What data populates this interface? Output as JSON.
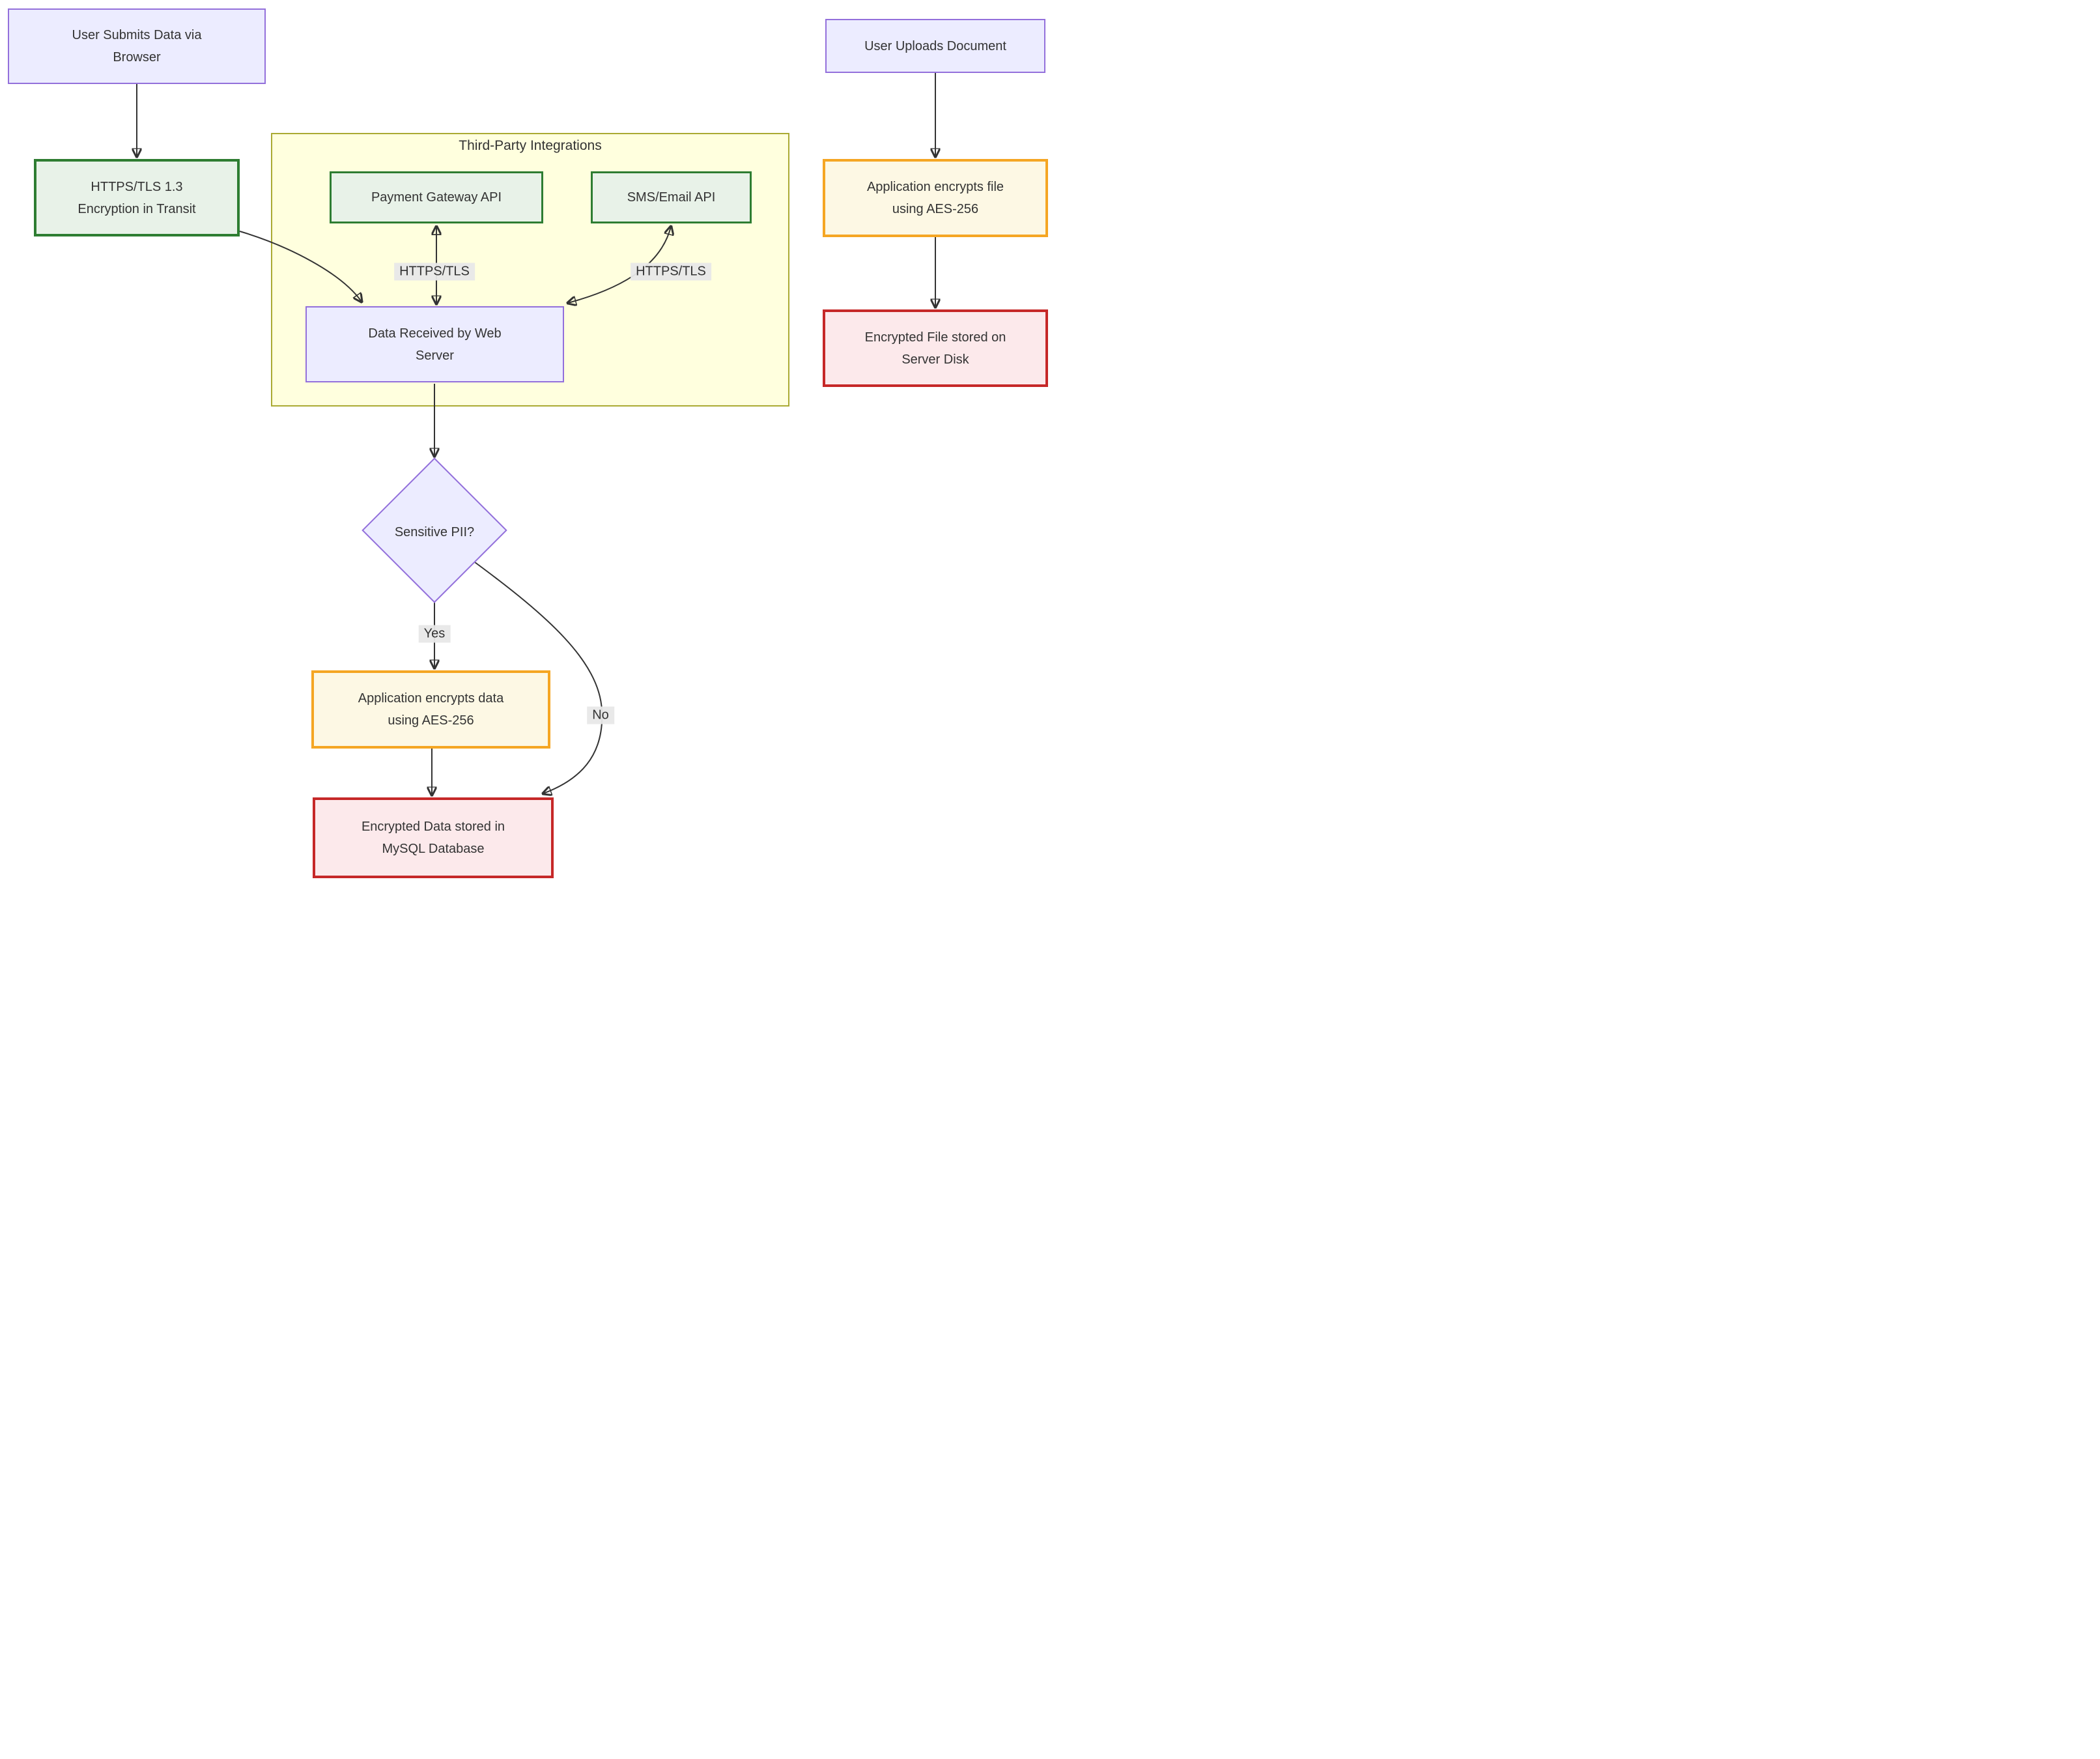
{
  "diagram": {
    "type": "flowchart",
    "subgraph": {
      "title": "Third-Party Integrations"
    },
    "nodes": {
      "user_submits": {
        "label": "User Submits Data via\nBrowser",
        "style": "lavender"
      },
      "https_tls": {
        "label": "HTTPS/TLS 1.3\nEncryption in Transit",
        "style": "green"
      },
      "payment_api": {
        "label": "Payment Gateway API",
        "style": "green"
      },
      "sms_email_api": {
        "label": "SMS/Email API",
        "style": "green"
      },
      "data_received": {
        "label": "Data Received by Web\nServer",
        "style": "lavender"
      },
      "sensitive_pii": {
        "label": "Sensitive PII?",
        "style": "lavender-diamond"
      },
      "app_encrypts_data": {
        "label": "Application encrypts data\nusing AES-256",
        "style": "orange"
      },
      "mysql_storage": {
        "label": "Encrypted Data stored in\nMySQL Database",
        "style": "red"
      },
      "user_uploads": {
        "label": "User Uploads Document",
        "style": "lavender"
      },
      "app_encrypts_file": {
        "label": "Application encrypts file\nusing AES-256",
        "style": "orange"
      },
      "file_storage": {
        "label": "Encrypted File stored on\nServer Disk",
        "style": "red"
      }
    },
    "edge_labels": {
      "payment_link": "HTTPS/TLS",
      "sms_link": "HTTPS/TLS",
      "yes_branch": "Yes",
      "no_branch": "No"
    },
    "edges": [
      {
        "from": "user_submits",
        "to": "https_tls",
        "label": ""
      },
      {
        "from": "https_tls",
        "to": "data_received",
        "label": ""
      },
      {
        "from": "payment_api",
        "to": "data_received",
        "label": "HTTPS/TLS",
        "bidirectional": true
      },
      {
        "from": "sms_email_api",
        "to": "data_received",
        "label": "HTTPS/TLS",
        "bidirectional": true
      },
      {
        "from": "data_received",
        "to": "sensitive_pii",
        "label": ""
      },
      {
        "from": "sensitive_pii",
        "to": "app_encrypts_data",
        "label": "Yes"
      },
      {
        "from": "sensitive_pii",
        "to": "mysql_storage",
        "label": "No"
      },
      {
        "from": "app_encrypts_data",
        "to": "mysql_storage",
        "label": ""
      },
      {
        "from": "user_uploads",
        "to": "app_encrypts_file",
        "label": ""
      },
      {
        "from": "app_encrypts_file",
        "to": "file_storage",
        "label": ""
      }
    ],
    "colors": {
      "lavender_fill": "#ececff",
      "lavender_border": "#9370db",
      "green_fill": "#e8f2e8",
      "green_border": "#2e7d32",
      "subgraph_fill": "#ffffde",
      "subgraph_border": "#aaaa33",
      "orange_fill": "#fdf8e4",
      "orange_border": "#f5a623",
      "red_fill": "#fce9eb",
      "red_border": "#c62828",
      "edge_stroke": "#333333",
      "edge_label_bg": "#e8e8e8",
      "text": "#333333"
    }
  }
}
